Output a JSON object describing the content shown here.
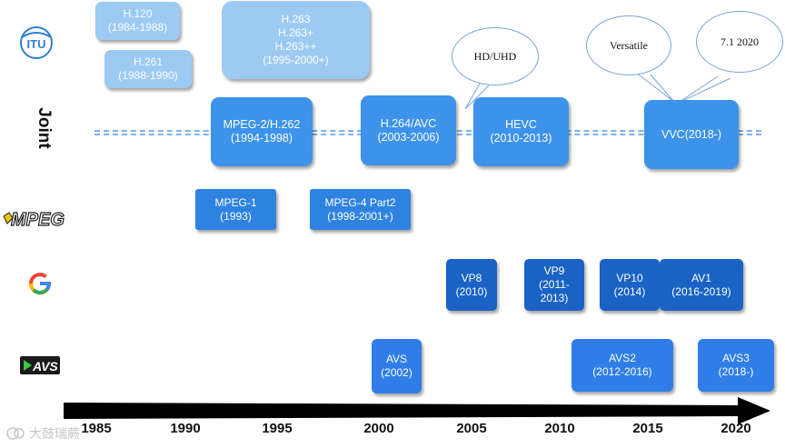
{
  "rows": {
    "itu_logo": "ITU",
    "joint_label": "Joint",
    "mpeg_logo": "MPEG",
    "google_logo": "G",
    "avs_logo": "AVS"
  },
  "itu": [
    {
      "id": "h120",
      "line1": "H.120",
      "line2": "(1984-1988)"
    },
    {
      "id": "h261",
      "line1": "H.261",
      "line2": "(1988-1990)"
    },
    {
      "id": "h263",
      "line1": "H.263",
      "line2": "H.263+",
      "line3": "H.263++",
      "line4": "(1995-2000+)"
    }
  ],
  "joint": [
    {
      "id": "mpeg2",
      "line1": "MPEG-2/H.262",
      "line2": "(1994-1998)"
    },
    {
      "id": "h264",
      "line1": "H.264/AVC",
      "line2": "(2003-2006)"
    },
    {
      "id": "hevc",
      "line1": "HEVC",
      "line2": "(2010-2013)"
    },
    {
      "id": "vvc",
      "line1": "VVC(2018-)"
    }
  ],
  "mpeg": [
    {
      "id": "mpeg1",
      "line1": "MPEG-1",
      "line2": "(1993)"
    },
    {
      "id": "mpeg4",
      "line1": "MPEG-4 Part2",
      "line2": "(1998-2001+)"
    }
  ],
  "google": [
    {
      "id": "vp8",
      "line1": "VP8",
      "line2": "(2010)"
    },
    {
      "id": "vp9",
      "line1": "VP9",
      "line2": "(2011-",
      "line3": "2013)"
    },
    {
      "id": "vp10",
      "line1": "VP10",
      "line2": "(2014)"
    },
    {
      "id": "av1",
      "line1": "AV1",
      "line2": "(2016-2019)"
    }
  ],
  "avs": [
    {
      "id": "avs1",
      "line1": "AVS",
      "line2": "(2002)"
    },
    {
      "id": "avs2",
      "line1": "AVS2",
      "line2": "(2012-2016)"
    },
    {
      "id": "avs3",
      "line1": "AVS3",
      "line2": "(2018-)"
    }
  ],
  "callouts": [
    "HD/UHD",
    "Versatile",
    "7.1 2020"
  ],
  "years": [
    "1985",
    "1990",
    "1995",
    "2000",
    "2005",
    "2010",
    "2015",
    "2020"
  ],
  "watermark": "大鼓瑞蕨",
  "colors": {
    "itu": "#9ccaf3",
    "joint": "#3d93ea",
    "mpeg": "#2f83e0",
    "google": "#1a63c5",
    "avs": "#2f7ee8",
    "arrow": "#000000"
  }
}
